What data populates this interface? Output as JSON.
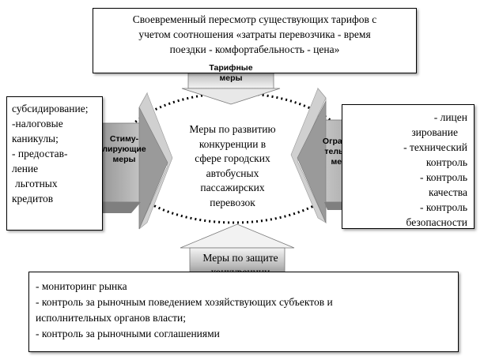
{
  "top_box": {
    "lines": [
      "Своевременный пересмотр существующих тарифов с",
      "учетом соотношения «затраты перевозчика - время",
      "поездки - комфортабельность  -  цена»"
    ]
  },
  "tarif_arrow": {
    "lines": [
      "Тарифные",
      "меры"
    ]
  },
  "left_box": {
    "lines": [
      "субсидирование;",
      "-налоговые",
      "каникулы;",
      "- предостав-",
      "ление",
      " льготных",
      "кредитов"
    ]
  },
  "stim_arrow": {
    "lines": [
      "Стиму-",
      "лирующие",
      "меры"
    ]
  },
  "center": {
    "lines": [
      "Меры по развитию",
      "конкуренции в",
      "сфере городских",
      "автобусных",
      "пассажирских",
      "перевозок"
    ]
  },
  "ogr_arrow": {
    "lines": [
      "Ограничи",
      "тельные",
      "меры"
    ]
  },
  "right_box": {
    "lines": [
      "- лицен",
      "зирование",
      "- технический",
      "контроль",
      "- контроль",
      "качества",
      "- контроль",
      "безопасности"
    ]
  },
  "protect_arrow": {
    "lines": [
      "Меры по защите",
      "конкуренции"
    ]
  },
  "bottom_box": {
    "lines": [
      "- мониторинг рынка",
      "- контроль за рыночным поведением хозяйствующих  субъектов  и",
      "исполнительных органов власти;",
      "- контроль за рыночными соглашениями"
    ]
  },
  "colors": {
    "arrow_light": "#f0f0f0",
    "arrow_mid": "#bdbdbd",
    "arrow_dark": "#7a7a7a",
    "border": "#000000"
  }
}
